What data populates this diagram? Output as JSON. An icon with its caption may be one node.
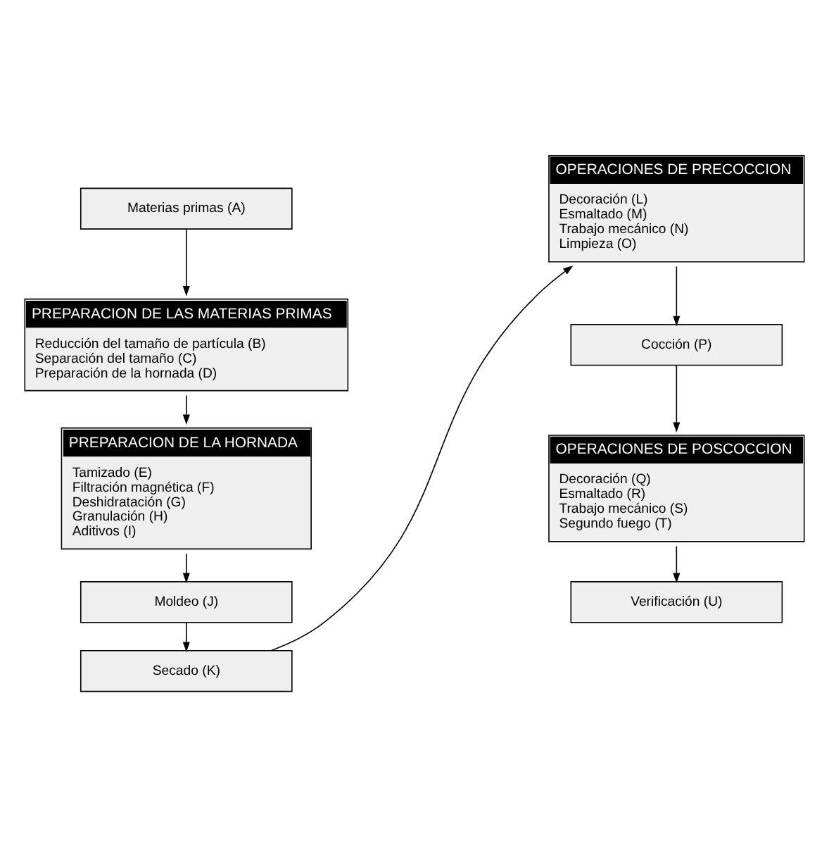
{
  "diagram": {
    "nodes": [
      {
        "text": [
          "Materias primas (A)"
        ]
      },
      {
        "text": [
          "PREPARACION DE LAS MATERIAS PRIMAS",
          "Reducción del tamaño de partícula (B)",
          "Separación del tamaño (C)",
          "Preparación de la hornada (D)"
        ]
      },
      {
        "text": [
          "PREPARACION DE LA HORNADA",
          "Tamizado (E)",
          "Filtración magnética (F)",
          "Deshidratación (G)",
          "Granulación (H)",
          "Aditivos (I)"
        ]
      },
      {
        "text": [
          "Moldeo (J)"
        ]
      },
      {
        "text": [
          "Secado (K)"
        ]
      },
      {
        "text": [
          "OPERACIONES DE PRECOCCION",
          "Decoración (L)",
          "Esmaltado (M)",
          "Trabajo mecánico (N)",
          "Limpieza (O)"
        ]
      },
      {
        "text": [
          "Cocción (P)"
        ]
      },
      {
        "text": [
          "OPERACIONES DE POSCOCCION",
          "Decoración (Q)",
          "Esmaltado (R)",
          "Trabajo mecánico (S)",
          "Segundo fuego (T)"
        ]
      },
      {
        "text": [
          "Verificación (U)"
        ]
      }
    ],
    "edges": [
      {
        "from": 0,
        "to": 1,
        "arrow": "to"
      },
      {
        "from": 1,
        "to": 2,
        "arrow": "to"
      },
      {
        "from": 2,
        "to": 3,
        "arrow": "to"
      },
      {
        "from": 3,
        "to": 4,
        "arrow": "to"
      },
      {
        "from": 4,
        "to": 5,
        "arrow": "to"
      },
      {
        "from": 5,
        "to": 6,
        "arrow": "to"
      },
      {
        "from": 6,
        "to": 7,
        "arrow": "to"
      },
      {
        "from": 7,
        "to": 8,
        "arrow": "to"
      }
    ]
  }
}
